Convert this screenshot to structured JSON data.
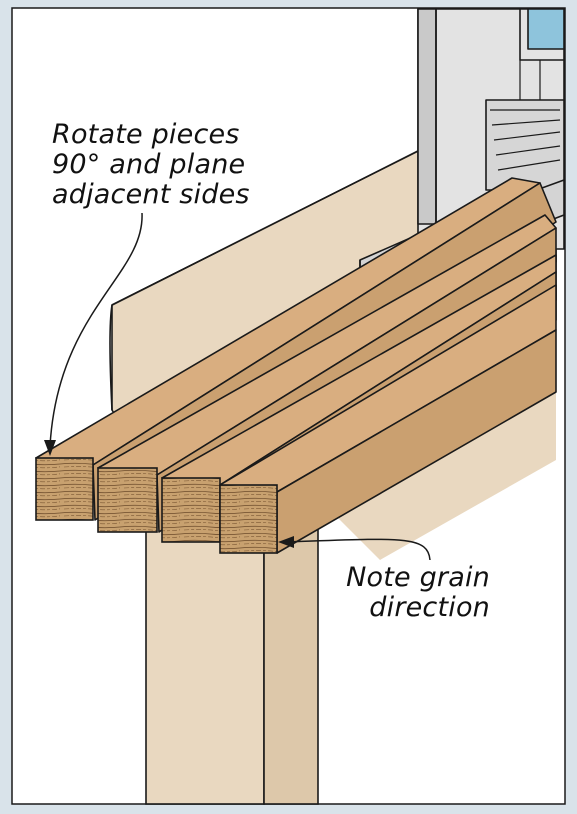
{
  "callouts": {
    "rotate": [
      "Rotate pieces",
      "90° and plane",
      "adjacent sides"
    ],
    "grain": [
      "Note grain",
      "direction"
    ]
  },
  "colors": {
    "background_frame": "#d9e3ea",
    "panel": "#ffffff",
    "outline": "#1a1a1a",
    "bench_wood": "#e9d8c0",
    "board_top": "#d9ae80",
    "board_side": "#caa070",
    "end_grain": "#c8a16f",
    "machine_gray": "#e3e3e3",
    "machine_dark": "#c9c9c9",
    "accent_blue": "#8ec4dc"
  }
}
